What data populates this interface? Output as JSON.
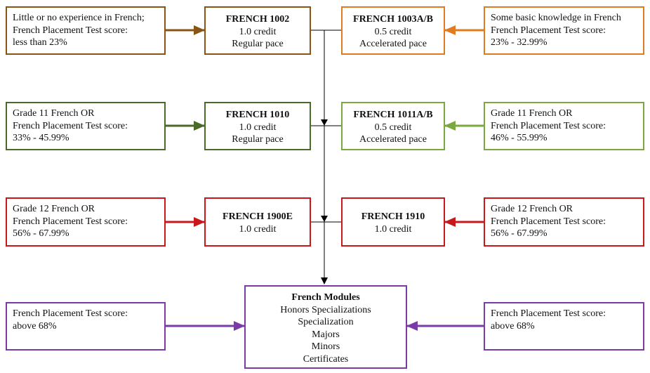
{
  "rows": [
    {
      "left_input": {
        "lines": [
          "Little  or no experience in French;",
          "French Placement Test score:",
          "less than 23%"
        ],
        "color": "#8a5513"
      },
      "left_course": {
        "title": "FRENCH 1002",
        "lines": [
          "1.0 credit",
          "Regular pace"
        ]
      },
      "right_course": {
        "title": "FRENCH 1003A/B",
        "lines": [
          "0.5 credit",
          "Accelerated pace"
        ]
      },
      "right_input": {
        "lines": [
          "Some basic knowledge in French",
          "French Placement Test score:",
          "23% - 32.99%"
        ],
        "color": "#e07b1f"
      }
    },
    {
      "left_input": {
        "lines": [
          "Grade 11 French OR",
          "French Placement Test score:",
          "33% - 45.99%"
        ],
        "color": "#4a6a2a"
      },
      "left_course": {
        "title": "FRENCH 1010",
        "lines": [
          "1.0 credit",
          "Regular pace"
        ]
      },
      "right_course": {
        "title": "FRENCH 1011A/B",
        "lines": [
          "0.5 credit",
          "Accelerated pace"
        ]
      },
      "right_input": {
        "lines": [
          "Grade 11 French OR",
          "French Placement Test score:",
          "46% - 55.99%"
        ],
        "color": "#79a83c"
      }
    },
    {
      "left_input": {
        "lines": [
          "Grade 12 French OR",
          "French Placement Test score:",
          "56% - 67.99%"
        ],
        "color": "#c8181c"
      },
      "left_course": {
        "title": "FRENCH 1900E",
        "lines": [
          "1.0 credit"
        ]
      },
      "right_course": {
        "title": "FRENCH 1910",
        "lines": [
          "1.0 credit"
        ]
      },
      "right_input": {
        "lines": [
          "Grade 12 French OR",
          "French Placement Test score:",
          "56% - 67.99%"
        ],
        "color": "#c8181c"
      }
    }
  ],
  "bottom": {
    "left_input": {
      "lines": [
        "French Placement Test score:",
        "above 68%"
      ],
      "color": "#7a3aa8"
    },
    "modules": {
      "title": "French Modules",
      "lines": [
        "Honors Specializations",
        "Specialization",
        "Majors",
        "Minors",
        "Certificates"
      ]
    },
    "right_input": {
      "lines": [
        "French Placement Test score:",
        "above 68%"
      ],
      "color": "#7a3aa8"
    }
  }
}
